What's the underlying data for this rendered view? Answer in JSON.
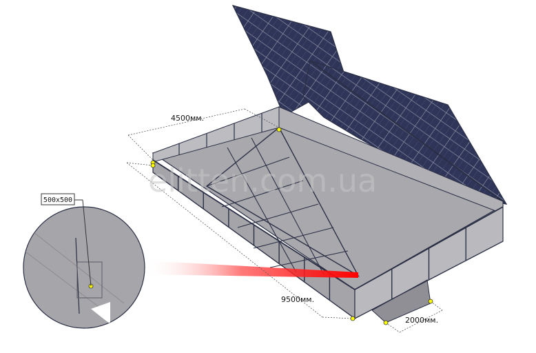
{
  "watermark": "elitten.com.ua",
  "dimensions": {
    "width_label": "4500мм.",
    "length_label": "9500мм.",
    "base_label": "2000мм."
  },
  "callout": {
    "cell_label": "500x500"
  },
  "colors": {
    "frame": "#2b2f45",
    "floor": "#a9a9ad",
    "wall": "#b6b6bb",
    "panel": "#2e3558",
    "panel_frame": "#8b8fa3",
    "highlight": "#e00000",
    "marker": "#ffff00"
  }
}
